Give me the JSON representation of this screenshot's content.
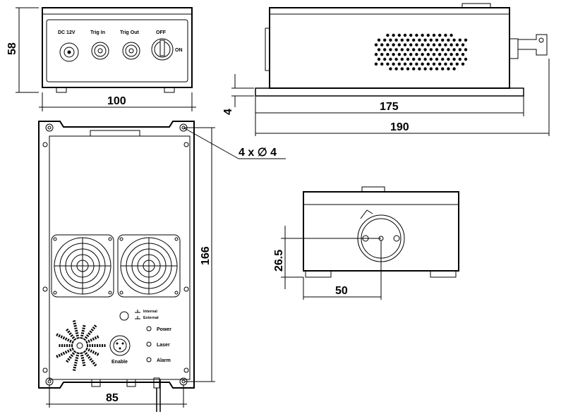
{
  "dimensions": {
    "front_height": "58",
    "front_width": "100",
    "mount_thickness": "4",
    "body_length": "175",
    "total_length": "190",
    "hole_spec": "4 x ∅ 4",
    "top_length": "166",
    "top_width": "85",
    "rear_offset_v": "26.5",
    "rear_offset_h": "50"
  },
  "front_panel": {
    "connectors": [
      "DC 12V",
      "Trig In",
      "Trig Out"
    ],
    "switch_off": "OFF",
    "switch_on": "ON"
  },
  "top_panel": {
    "trigger_internal": "Internal",
    "trigger_external": "External",
    "indicators": [
      "Power",
      "Laser",
      "Alarm"
    ],
    "enable_label": "Enable"
  }
}
